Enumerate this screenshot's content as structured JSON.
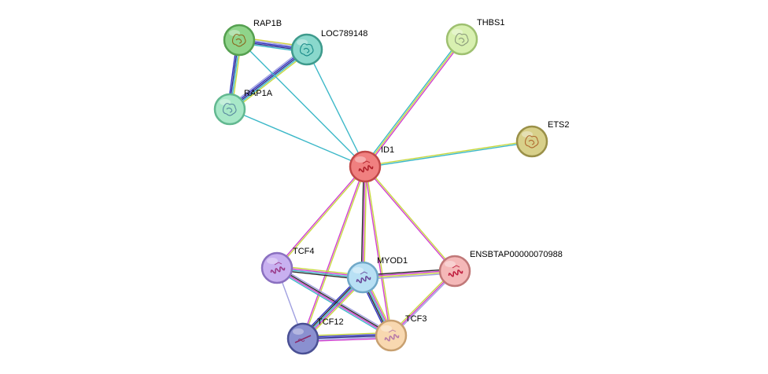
{
  "nodes": [
    {
      "id": "ID1",
      "label": "ID1",
      "color": "#f08080",
      "stroke": "#c04848",
      "glyph": "helix",
      "glyph_color": "#b0202a"
    },
    {
      "id": "RAP1B",
      "label": "RAP1B",
      "color": "#8fd48a",
      "stroke": "#55a050",
      "glyph": "blob",
      "glyph_color": "#8a6a20"
    },
    {
      "id": "LOC789148",
      "label": "LOC789148",
      "color": "#8ad8cc",
      "stroke": "#3e9a8c",
      "glyph": "blob",
      "glyph_color": "#1a8a88"
    },
    {
      "id": "RAP1A",
      "label": "RAP1A",
      "color": "#a8e8c8",
      "stroke": "#62b890",
      "glyph": "blob",
      "glyph_color": "#5a8aa0"
    },
    {
      "id": "THBS1",
      "label": "THBS1",
      "color": "#d8f0b0",
      "stroke": "#9ec070",
      "glyph": "blob",
      "glyph_color": "#8a9a7a"
    },
    {
      "id": "ETS2",
      "label": "ETS2",
      "color": "#d8d08a",
      "stroke": "#9a9048",
      "glyph": "blob",
      "glyph_color": "#b06a30"
    },
    {
      "id": "TCF4",
      "label": "TCF4",
      "color": "#c8b0f0",
      "stroke": "#8a70c0",
      "glyph": "helix",
      "glyph_color": "#9a3a8a"
    },
    {
      "id": "MYOD1",
      "label": "MYOD1",
      "color": "#b8e0f4",
      "stroke": "#70a8c8",
      "glyph": "helix",
      "glyph_color": "#6a4a9a"
    },
    {
      "id": "ENSBTAP",
      "label": "ENSBTAP00000070988",
      "color": "#f4b8b8",
      "stroke": "#c07878",
      "glyph": "helix",
      "glyph_color": "#c02040"
    },
    {
      "id": "TCF12",
      "label": "TCF12",
      "color": "#8a90d0",
      "stroke": "#4a5094",
      "glyph": "line",
      "glyph_color": "#8a2a6a"
    },
    {
      "id": "TCF3",
      "label": "TCF3",
      "color": "#f8d8b0",
      "stroke": "#c8a070",
      "glyph": "helix",
      "glyph_color": "#b87aa8"
    }
  ],
  "edges": [
    {
      "a": "RAP1B",
      "b": "LOC789148",
      "colors": [
        "#d0d040",
        "#a0a0e0",
        "#3030c0",
        "#2a2a8a",
        "#3cb8c8"
      ]
    },
    {
      "a": "RAP1B",
      "b": "RAP1A",
      "colors": [
        "#c8d840",
        "#3cb8c8",
        "#2a2a8a",
        "#3030c0"
      ]
    },
    {
      "a": "LOC789148",
      "b": "RAP1A",
      "colors": [
        "#c8d840",
        "#3cb8c8",
        "#2a2a8a",
        "#3030c0",
        "#a0a0e0"
      ]
    },
    {
      "a": "RAP1B",
      "b": "ID1",
      "colors": [
        "#3cb8c8"
      ]
    },
    {
      "a": "LOC789148",
      "b": "ID1",
      "colors": [
        "#3cb8c8"
      ]
    },
    {
      "a": "RAP1A",
      "b": "ID1",
      "colors": [
        "#3cb8c8"
      ]
    },
    {
      "a": "THBS1",
      "b": "ID1",
      "colors": [
        "#d040d0",
        "#c8d840",
        "#3cb8c8"
      ]
    },
    {
      "a": "ETS2",
      "b": "ID1",
      "colors": [
        "#3cb8c8",
        "#c8d840"
      ]
    },
    {
      "a": "ID1",
      "b": "TCF4",
      "colors": [
        "#c8d840",
        "#d040d0"
      ]
    },
    {
      "a": "ID1",
      "b": "MYOD1",
      "colors": [
        "#c8d840",
        "#d040d0",
        "#2a2a2a"
      ]
    },
    {
      "a": "ID1",
      "b": "ENSBTAP",
      "colors": [
        "#c8d840",
        "#d040d0"
      ]
    },
    {
      "a": "ID1",
      "b": "TCF12",
      "colors": [
        "#c8d840",
        "#d040d0"
      ]
    },
    {
      "a": "ID1",
      "b": "TCF3",
      "colors": [
        "#c8d840",
        "#d040d0"
      ]
    },
    {
      "a": "TCF4",
      "b": "MYOD1",
      "colors": [
        "#c8d840",
        "#d040d0",
        "#3cb8c8",
        "#2a2a2a"
      ]
    },
    {
      "a": "TCF4",
      "b": "TCF3",
      "colors": [
        "#a0a0e0",
        "#2a2a2a",
        "#d040d0",
        "#3cb8c8"
      ]
    },
    {
      "a": "TCF4",
      "b": "TCF12",
      "colors": [
        "#a0a0e0"
      ]
    },
    {
      "a": "MYOD1",
      "b": "ENSBTAP",
      "colors": [
        "#2a2a2a",
        "#d040d0",
        "#c8d840",
        "#a0a0e0"
      ]
    },
    {
      "a": "MYOD1",
      "b": "TCF12",
      "colors": [
        "#c8d840",
        "#d040d0",
        "#3cb8c8",
        "#2a2a2a",
        "#3030c0"
      ]
    },
    {
      "a": "MYOD1",
      "b": "TCF3",
      "colors": [
        "#c8d840",
        "#d040d0",
        "#3cb8c8",
        "#2a2a2a",
        "#3030c0"
      ]
    },
    {
      "a": "ENSBTAP",
      "b": "TCF3",
      "colors": [
        "#a0a0e0",
        "#d040d0",
        "#c8d840"
      ]
    },
    {
      "a": "TCF12",
      "b": "TCF3",
      "colors": [
        "#c8d840",
        "#3030c0",
        "#2a2a8a",
        "#a0a0e0",
        "#d040d0"
      ]
    }
  ]
}
